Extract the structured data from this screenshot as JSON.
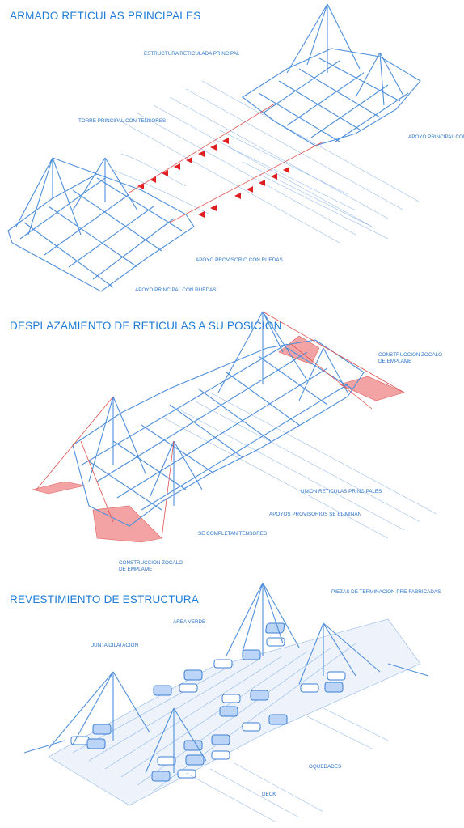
{
  "panel1": {
    "title": "ARMADO RETICULAS PRINCIPALES",
    "labels": {
      "estructura": "ESTRUCTURA RETICULADA PRINCIPAL",
      "torre": "TORRE PRINCIPAL CON TENSORES",
      "apoyo_ruedas_right": "APOYO PRINCIPAL CON I",
      "apoyo_provisorio": "APOYO PROVISORIO CON RUEDAS",
      "apoyo_principal": "APOYO PRINCIPAL CON RUEDAS"
    }
  },
  "panel2": {
    "title": "DESPLAZAMIENTO DE RETICULAS A SU POSICION",
    "labels": {
      "zocalo_top_1": "CONSTRUCCION ZOCALO",
      "zocalo_top_2": "DE EMPLAME",
      "union": "UNION RETICULAS PRINCIPALES",
      "apoyos": "APOYOS PROVISORIOS SE ELIMINAN",
      "tensores": "SE COMPLETAN TENSORES",
      "zocalo_bottom_1": "CONSTRUCCION ZOCALO",
      "zocalo_bottom_2": "DE EMPLAME"
    }
  },
  "panel3": {
    "title": "REVESTIMIENTO DE ESTRUCTURA",
    "labels": {
      "piezas": "PIEZAS DE TERMINACION PRE-FABRICADAS",
      "area_verde": "AREA VERDE",
      "junta": "JUNTA DILATACION",
      "oquedades": "OQUEDADES",
      "deck": "DECK"
    }
  },
  "colors": {
    "title": "#1e7bd6",
    "structure": "#4f8fdb",
    "highlight": "#f3a3a3",
    "red_marker": "#e02020"
  }
}
